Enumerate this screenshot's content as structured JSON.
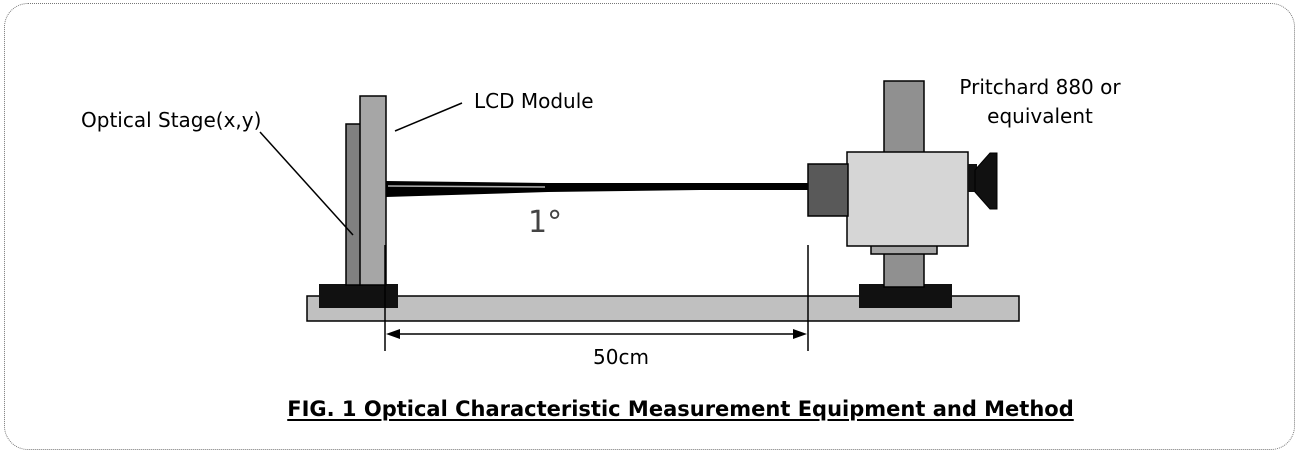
{
  "labels": {
    "optical_stage": "Optical Stage(x,y)",
    "lcd_module": "LCD Module",
    "instrument_line1": "Pritchard 880 or",
    "instrument_line2": "equivalent",
    "angle": "1°",
    "distance": "50cm"
  },
  "caption": "FIG. 1 Optical Characteristic Measurement Equipment and Method"
}
